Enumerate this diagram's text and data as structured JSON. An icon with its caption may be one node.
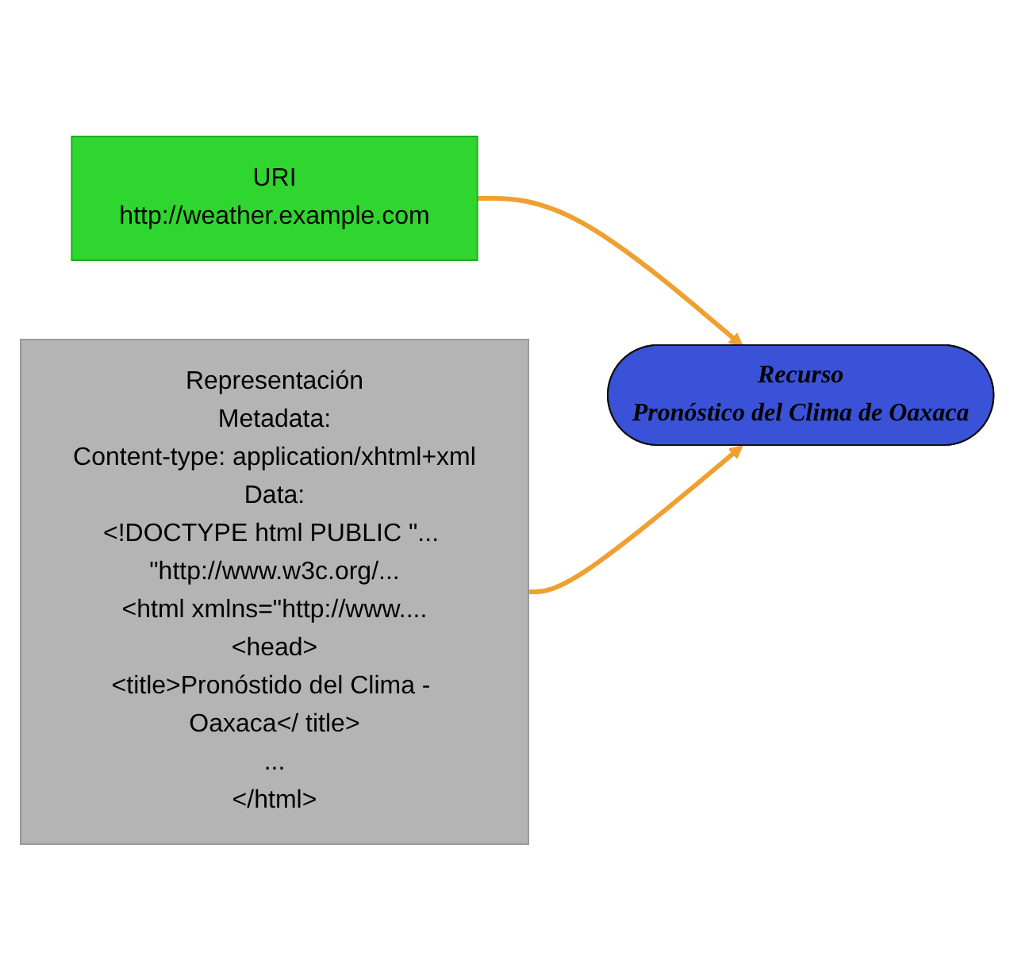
{
  "diagram": {
    "nodes": [
      {
        "text": [
          "URI",
          "http://weather.example.com"
        ]
      },
      {
        "text": [
          "Recurso",
          "Pronóstico del Clima de Oaxaca"
        ]
      },
      {
        "text": [
          "Representación",
          "Metadata:",
          "Content-type: application/xhtml+xml",
          "Data:",
          "<!DOCTYPE html PUBLIC \"... \"http://www.w3c.org/...",
          "<html xmlns=\"http://www....",
          "<head>",
          "<title>Pronóstido del Clima - Oaxaca</ title>",
          "...",
          "</html>"
        ]
      }
    ],
    "edges": [
      {
        "from": 0,
        "to": 1,
        "arrow": "to"
      },
      {
        "from": 2,
        "to": 1,
        "arrow": "to"
      }
    ]
  }
}
